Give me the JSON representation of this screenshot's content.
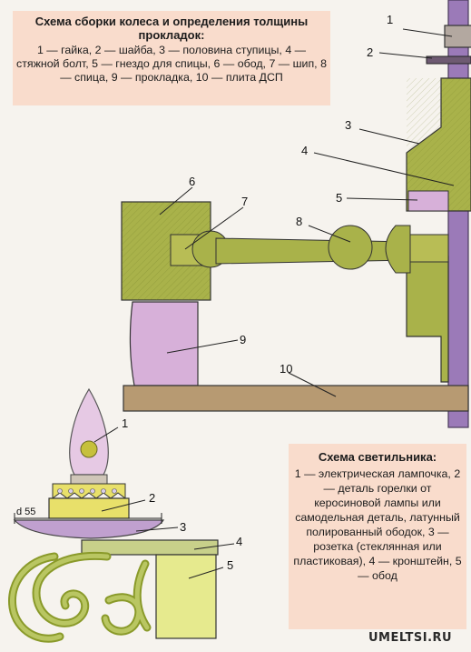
{
  "wheel_caption": {
    "title": "Схема сборки колеса и определения толщины прокладок:",
    "body": "1 — гайка, 2 — шайба, 3 — половина ступицы, 4 — стяжной болт, 5 — гнездо для спицы, 6 — обод, 7 — шип, 8 — спица, 9 — прокладка, 10 — плита ДСП"
  },
  "lamp_caption": {
    "title": "Схема светильника:",
    "body": "1 — электрическая лампочка, 2 — деталь горелки от керосиновой лампы или самодельная деталь, латунный полированный ободок, 3 — розетка (стеклянная или пластиковая), 4 — кронштейн, 5 — обод"
  },
  "wheel_labels": [
    "1",
    "2",
    "3",
    "4",
    "5",
    "6",
    "7",
    "8",
    "9",
    "10"
  ],
  "lamp_labels": [
    "1",
    "2",
    "3",
    "4",
    "5"
  ],
  "dimension_label": "d 55",
  "watermark": "UMELTSI.RU",
  "colors": {
    "wood_green": "#a9b24a",
    "wood_green_dark": "#7d8a2c",
    "spacer_pink": "#d7b0d9",
    "bolt_purple": "#9b7ab8",
    "board_brown": "#b79a72",
    "caption_bg": "#f9dccc",
    "glass_purple": "#c0a0cf",
    "bulb_pink": "#e6c9e4",
    "burner_yellow": "#e8e06a"
  }
}
